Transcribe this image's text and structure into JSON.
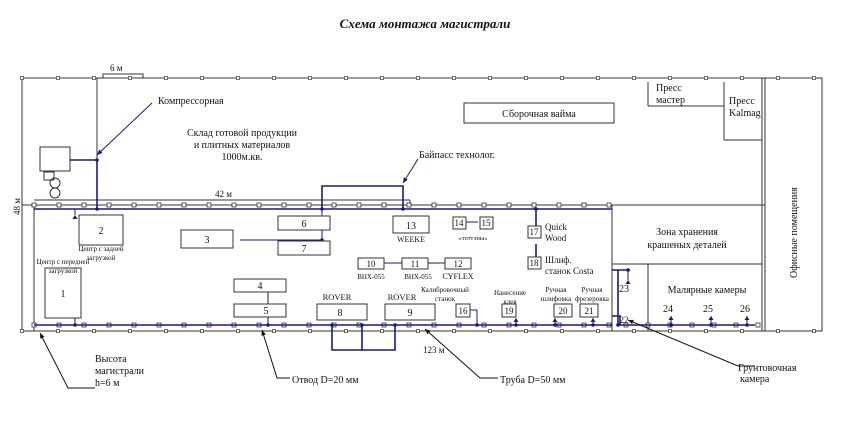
{
  "title": "Схема монтажа магистрали",
  "dimensions": {
    "width_top": "6 м",
    "length_42": "42 м",
    "length_123": "123 м",
    "depth_48": "48 м"
  },
  "areas": {
    "warehouse": [
      "Склад готовой продукции",
      "и плитных материалов",
      "1000м.кв."
    ],
    "assembly": "Сборочная ваймa",
    "press_master": [
      "Пресс",
      "мастер"
    ],
    "press_kalmag": [
      "Пресс",
      "Kalmag"
    ],
    "offices": "Офисные помещения",
    "storage": [
      "Зона хранения",
      "крашеных деталей"
    ],
    "paint_booths": "Малярные камеры"
  },
  "callouts": {
    "compressor": "Компрессорная",
    "bypass": "Байпасс технолог.",
    "height": [
      "Высота",
      "магистрали",
      "h=6 м"
    ],
    "branch": "Отвод D=20 мм",
    "pipe": "Труба D=50 мм",
    "primer": [
      "Грунтовочная",
      "камера"
    ]
  },
  "machines": [
    {
      "num": "1",
      "label": [
        "Центр с передней",
        "загрузкой"
      ]
    },
    {
      "num": "2",
      "label": [
        "Центр с задней",
        "загрузкой"
      ]
    },
    {
      "num": "3",
      "label": []
    },
    {
      "num": "4",
      "label": []
    },
    {
      "num": "5",
      "label": []
    },
    {
      "num": "6",
      "label": []
    },
    {
      "num": "7",
      "label": []
    },
    {
      "num": "8",
      "label": [
        "ROVER"
      ]
    },
    {
      "num": "9",
      "label": [
        "ROVER"
      ]
    },
    {
      "num": "10",
      "label": [
        "BHX-055"
      ]
    },
    {
      "num": "11",
      "label": [
        "BHX-055"
      ]
    },
    {
      "num": "12",
      "label": [
        "CYFLEX"
      ]
    },
    {
      "num": "13",
      "label": [
        "WEEKE"
      ]
    },
    {
      "num": "14",
      "label": [
        "«тоттэны»"
      ]
    },
    {
      "num": "15",
      "label": []
    },
    {
      "num": "16",
      "label": [
        "Калибровочный",
        "станок"
      ]
    },
    {
      "num": "17",
      "label": [
        "Quick",
        "Wood"
      ]
    },
    {
      "num": "18",
      "label": [
        "Шлиф.",
        "станок Costa"
      ]
    },
    {
      "num": "19",
      "label": [
        "Нанесение",
        "клея"
      ]
    },
    {
      "num": "20",
      "label": [
        "Ручная",
        "шлифовка"
      ]
    },
    {
      "num": "21",
      "label": [
        "Ручная",
        "фрезеровка"
      ]
    },
    {
      "num": "22",
      "label": []
    },
    {
      "num": "23",
      "label": []
    },
    {
      "num": "24",
      "label": []
    },
    {
      "num": "25",
      "label": []
    },
    {
      "num": "26",
      "label": []
    }
  ],
  "colors": {
    "walls": "#333333",
    "pipe": "#1a1a7a",
    "text": "#111111"
  }
}
